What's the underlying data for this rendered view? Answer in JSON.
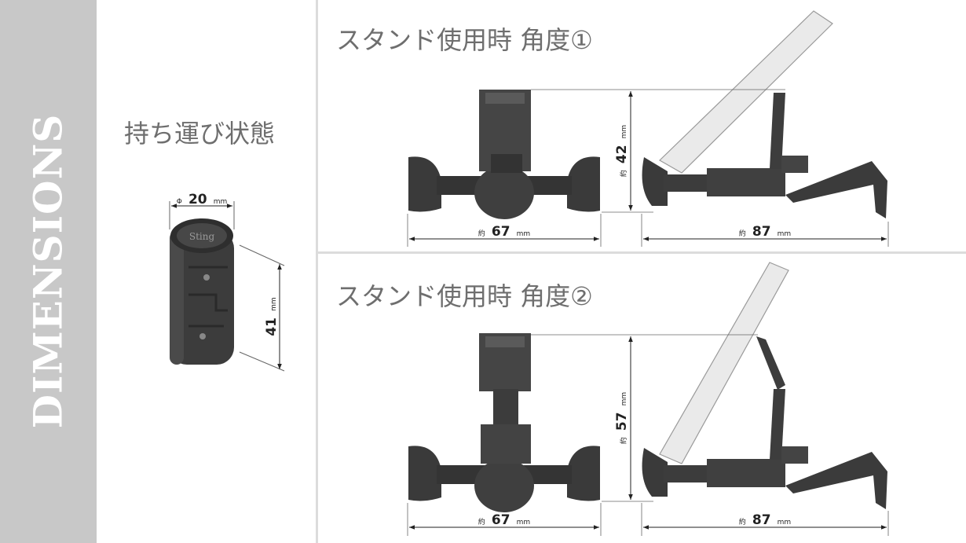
{
  "sidebar": {
    "title": "DIMENSIONS"
  },
  "carry": {
    "heading": "持ち運び状態",
    "diameter": {
      "prefix": "Φ",
      "value": "20",
      "unit": "mm"
    },
    "height": {
      "value": "41",
      "unit": "mm"
    },
    "logo_text": "Sting"
  },
  "angle1": {
    "heading": "スタンド使用時 角度①",
    "height": {
      "prefix": "約",
      "value": "42",
      "unit": "mm"
    },
    "front_width": {
      "prefix": "約",
      "value": "67",
      "unit": "mm"
    },
    "side_width": {
      "prefix": "約",
      "value": "87",
      "unit": "mm"
    }
  },
  "angle2": {
    "heading": "スタンド使用時 角度②",
    "height": {
      "prefix": "約",
      "value": "57",
      "unit": "mm"
    },
    "front_width": {
      "prefix": "約",
      "value": "67",
      "unit": "mm"
    },
    "side_width": {
      "prefix": "約",
      "value": "87",
      "unit": "mm"
    }
  },
  "colors": {
    "sidebar": "#c8c8c8",
    "device": "#3a3a3a",
    "phone": "#e6e6e6",
    "heading": "#6e6e6e"
  }
}
